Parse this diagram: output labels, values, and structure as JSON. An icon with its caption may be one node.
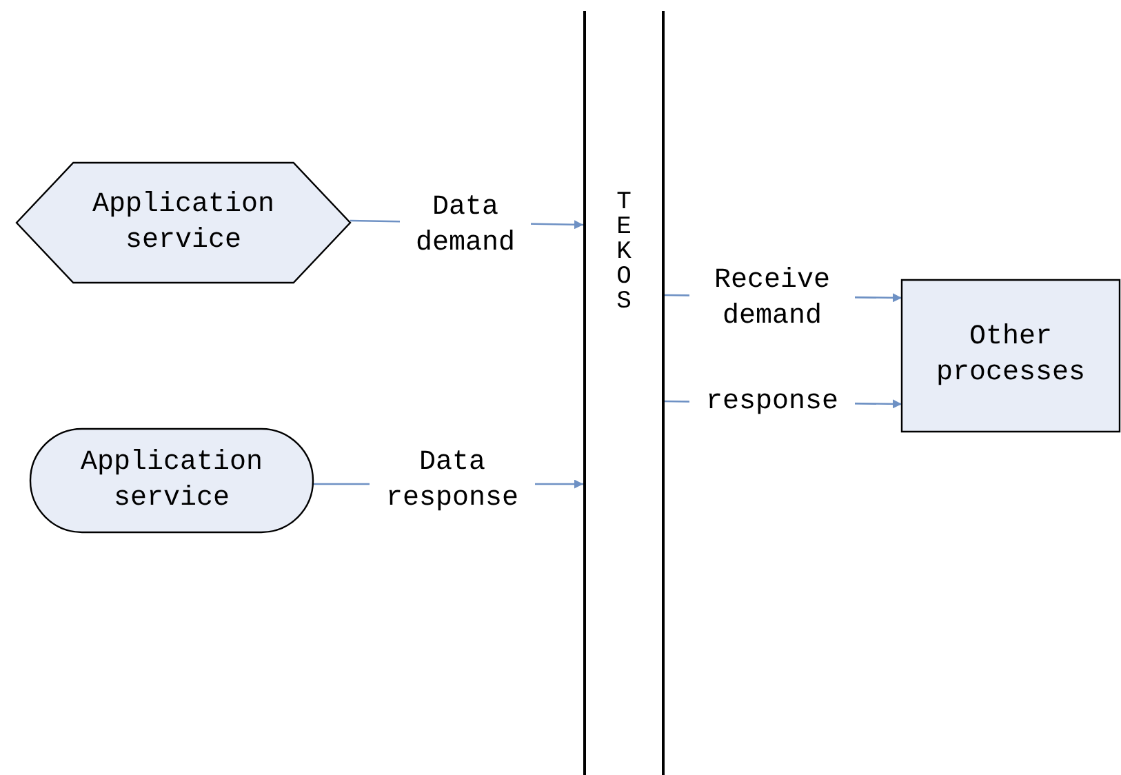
{
  "diagram": {
    "nodes": [
      {
        "text": [
          "Application service"
        ]
      },
      {
        "text": [
          "Application service"
        ]
      },
      {
        "text": [
          "TEKOS"
        ]
      },
      {
        "text": [
          "Other processes"
        ]
      }
    ],
    "edges": [
      {
        "from": 0,
        "to": 2,
        "arrow": "to",
        "label": "Data demand"
      },
      {
        "from": 1,
        "to": 2,
        "arrow": "to",
        "label": "Data response"
      },
      {
        "from": 2,
        "to": 3,
        "arrow": "to",
        "label": "Receive demand"
      },
      {
        "from": 2,
        "to": 3,
        "arrow": "to",
        "label": "response"
      }
    ]
  }
}
